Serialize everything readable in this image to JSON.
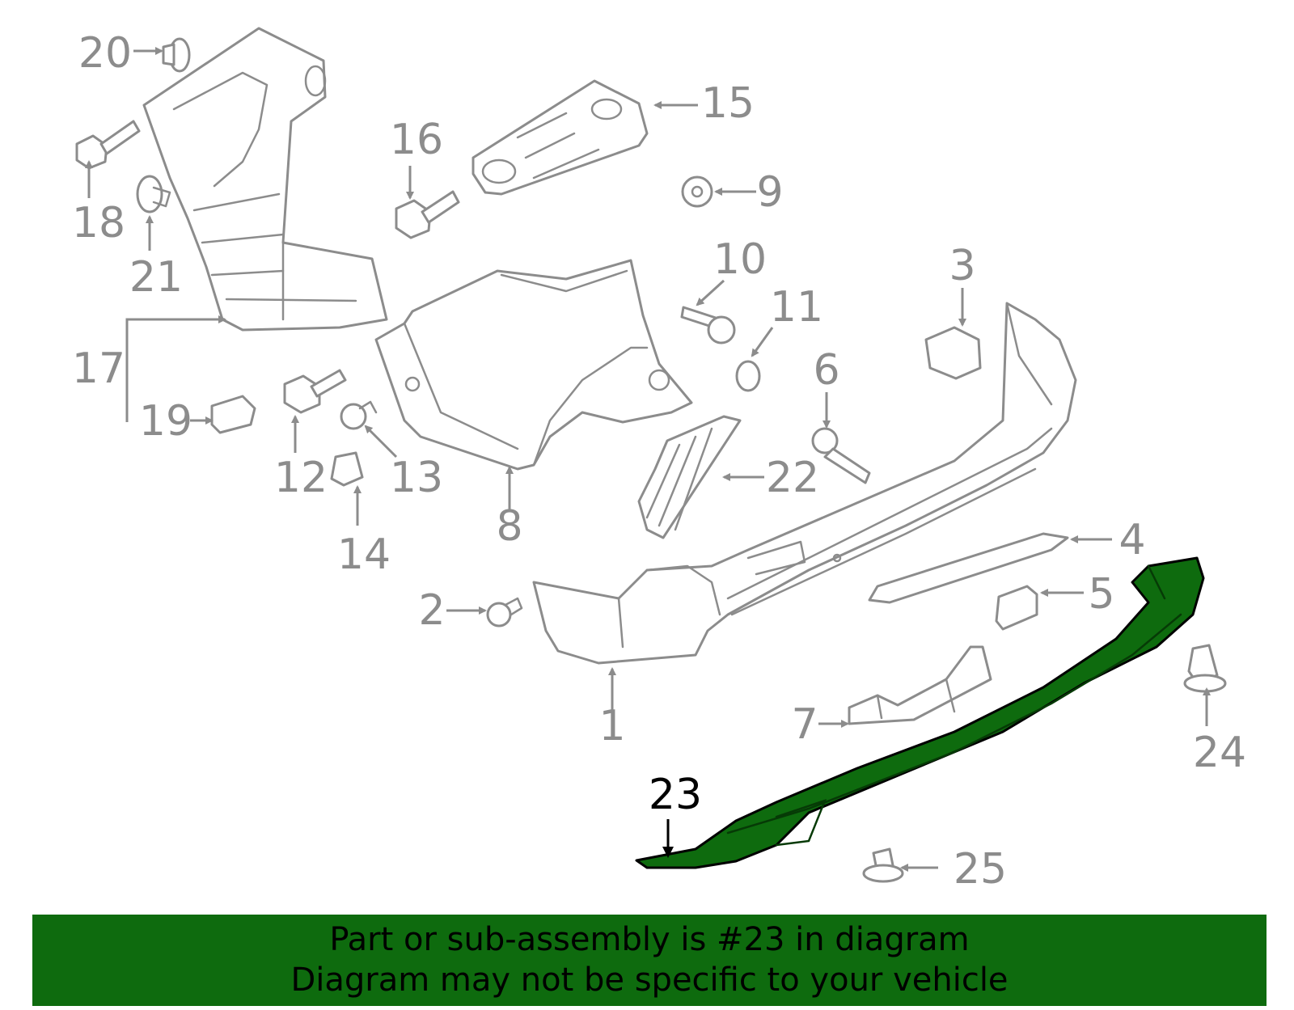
{
  "diagram": {
    "callouts": [
      "1",
      "2",
      "3",
      "4",
      "5",
      "6",
      "7",
      "8",
      "9",
      "10",
      "11",
      "12",
      "13",
      "14",
      "15",
      "16",
      "17",
      "18",
      "19",
      "20",
      "21",
      "22",
      "23",
      "24",
      "25"
    ],
    "highlighted_part": "23",
    "colors": {
      "highlight": "#0e6b0e",
      "outline": "#8c8c8c",
      "banner": "#0e6b0e"
    }
  },
  "banner": {
    "line1": "Part or sub-assembly is #23 in diagram",
    "line2": "Diagram may not be specific to your vehicle"
  }
}
